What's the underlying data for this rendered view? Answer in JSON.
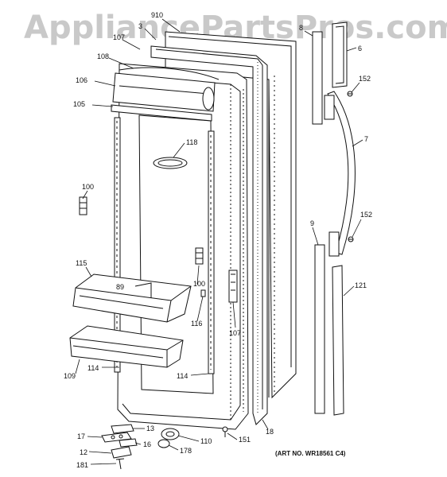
{
  "watermark": "AppliancePartsPros.com",
  "art_number": "(ART NO. WR18561 C4)",
  "callouts": {
    "c910": "910",
    "c3": "3",
    "c107top": "107",
    "c108": "108",
    "c106": "106",
    "c105": "105",
    "c8": "8",
    "c6": "6",
    "c152a": "152",
    "c7": "7",
    "c118": "118",
    "c100a": "100",
    "c9": "9",
    "c152b": "152",
    "c115": "115",
    "c89": "89",
    "c100b": "100",
    "c121": "121",
    "c116": "116",
    "c107": "107",
    "c109": "109",
    "c114a": "114",
    "c114b": "114",
    "c18": "18",
    "c13": "13",
    "c17": "17",
    "c16": "16",
    "c110": "110",
    "c151": "151",
    "c12": "12",
    "c178": "178",
    "c181": "181"
  }
}
